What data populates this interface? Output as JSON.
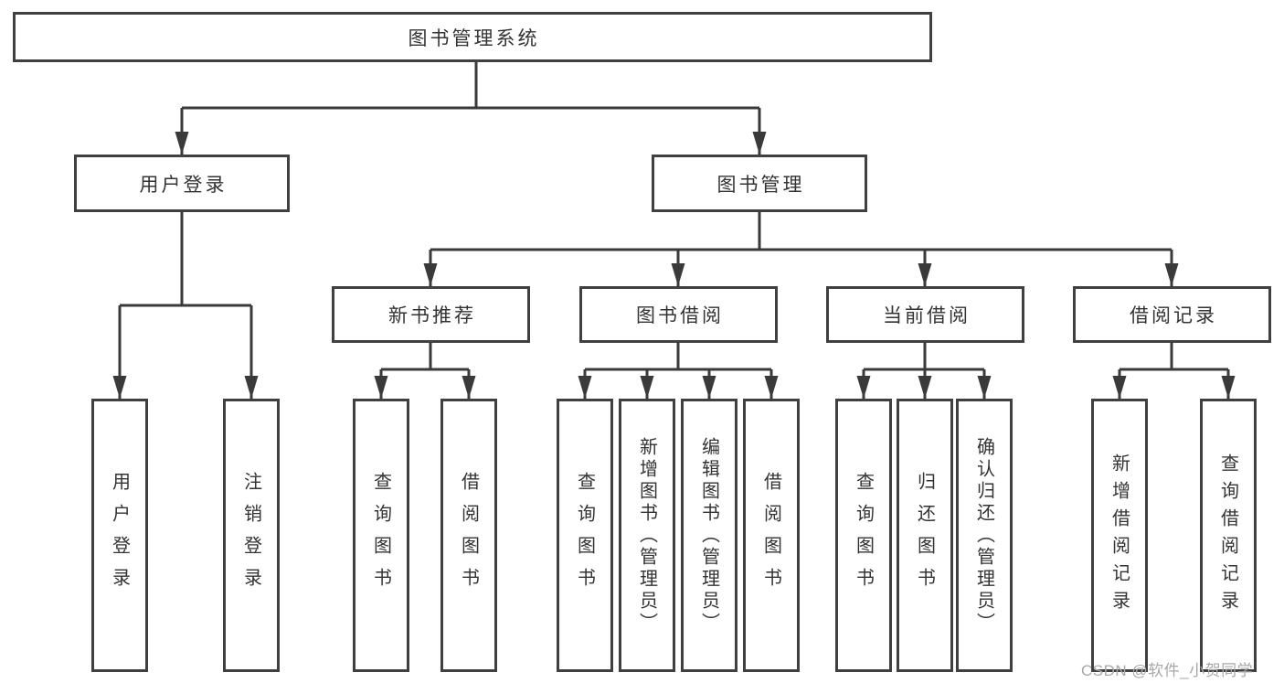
{
  "colors": {
    "background": "#ffffff",
    "line": "#3a3a3a",
    "border": "#404040",
    "text": "#333333",
    "watermark": "#a8a8a8"
  },
  "watermark": {
    "text": "CSDN @软件_小贺同学"
  },
  "diagram": {
    "type": "tree",
    "root": "图书管理系统",
    "level2": {
      "user_login": "用户登录",
      "book_management": "图书管理"
    },
    "level3": {
      "new_books": "新书推荐",
      "book_borrow": "图书借阅",
      "current_borrow": "当前借阅",
      "borrow_records": "借阅记录"
    },
    "leaves": {
      "user_login": [
        "用户登录",
        "注销登录"
      ],
      "new_books": [
        "查询图书",
        "借阅图书"
      ],
      "book_borrow": [
        "查询图书",
        "新增图书（管理员）",
        "编辑图书（管理员）",
        "借阅图书"
      ],
      "current_borrow": [
        "查询图书",
        "归还图书",
        "确认归还（管理员）"
      ],
      "borrow_records": [
        "新增借阅记录",
        "查询借阅记录"
      ]
    }
  }
}
